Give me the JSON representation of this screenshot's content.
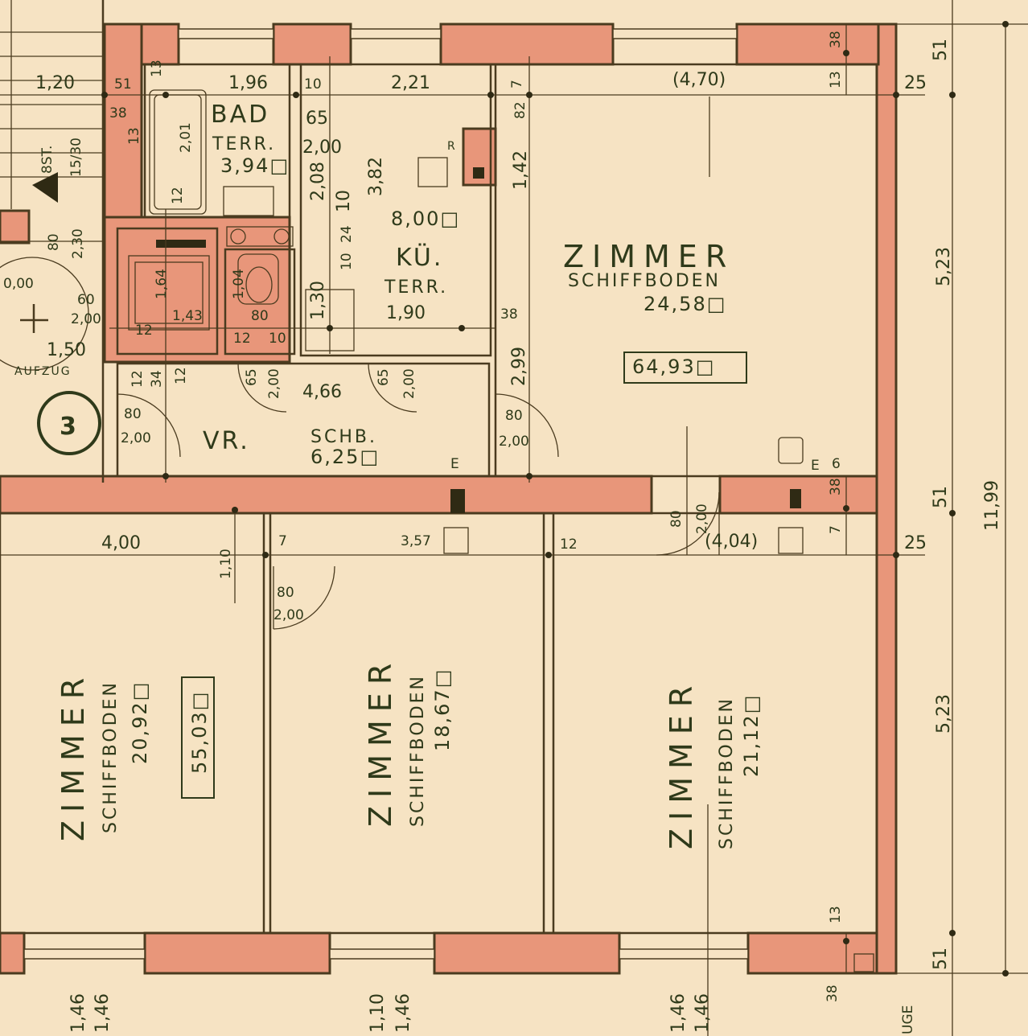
{
  "rooms": {
    "bad": {
      "name": "BAD",
      "floor": "TERR.",
      "area": "3,94□"
    },
    "kueche": {
      "name": "KÜ.",
      "floor": "TERR.",
      "area": "8,00□"
    },
    "vorraum": {
      "name": "VR.",
      "floor": "SCHB.",
      "area": "6,25□"
    },
    "zimmer_ne": {
      "name": "ZIMMER",
      "floor": "SCHIFFBODEN",
      "area": "24,58□",
      "total": "64,93□"
    },
    "zimmer_sw": {
      "name": "ZIMMER",
      "floor": "SCHIFFBODEN",
      "area": "20,92□",
      "total": "55,03□"
    },
    "zimmer_s": {
      "name": "ZIMMER",
      "floor": "SCHIFFBODEN",
      "area": "18,67□"
    },
    "zimmer_se": {
      "name": "ZIMMER",
      "floor": "SCHIFFBODEN",
      "area": "21,12□"
    }
  },
  "labels": {
    "aufzug": "AUFZUG",
    "stairs": "8ST.",
    "stair_size": "15/30",
    "stair_no": "3",
    "level": "0,00",
    "e1": "E",
    "e2": "E",
    "b1": "R",
    "uge": "UGE"
  },
  "dims": {
    "d120": "1,20",
    "d51a": "51",
    "d13a": "13",
    "d38a": "38",
    "d13b": "13",
    "d196": "1,96",
    "d10a": "10",
    "d221": "2,21",
    "d7a": "7",
    "d470": "(4,70)",
    "d38b": "38",
    "d13c": "13",
    "d25a": "25",
    "d51b": "51",
    "d201": "2,01",
    "d12a": "12",
    "d65a": "65",
    "d200a": "2,00",
    "d208": "2,08",
    "d10b": "10",
    "d382": "3,82",
    "d24": "24",
    "d10c": "10",
    "d82": "82",
    "d142": "1,42",
    "d523a": "5,23",
    "d80a": "80",
    "d230": "2,30",
    "d164": "1,64",
    "d143": "1,43",
    "d12b": "12",
    "d104": "1,04",
    "d80b": "80",
    "d12c": "12",
    "d10d": "10",
    "d130": "1,30",
    "d190": "1,90",
    "d38c": "38",
    "d299": "2,99",
    "d60": "60",
    "d200b": "2,00",
    "d150": "1,50",
    "d12d": "12",
    "d34": "34",
    "d12e": "12",
    "d65b": "65",
    "d200c": "2,00",
    "d466": "4,66",
    "d65c": "65",
    "d200d": "2,00",
    "d80c": "80",
    "d200e": "2,00",
    "d80d": "80",
    "d200f": "2,00",
    "d6": "6",
    "d38d": "38",
    "d51c": "51",
    "d7b": "7",
    "d400": "4,00",
    "d110a": "1,10",
    "d7c": "7",
    "d357": "3,57",
    "d12f": "12",
    "d80e": "80",
    "d200g": "2,00",
    "d404": "(4,04)",
    "d25b": "25",
    "d80f": "80",
    "d200h": "2,00",
    "d1199": "11,99",
    "d523b": "5,23",
    "d13d": "13",
    "d51d": "51",
    "d38e": "38",
    "b146a": "1,46",
    "b146b": "1,46",
    "b110": "1,10",
    "b146c": "1,46",
    "b146d": "1,46",
    "b146e": "1,46"
  }
}
